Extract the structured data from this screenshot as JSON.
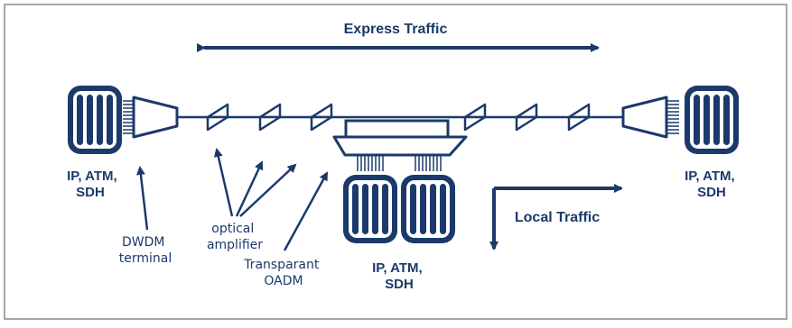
{
  "colors": {
    "primary": "#1b3a6b",
    "border": "#8a8a8a",
    "background": "#ffffff"
  },
  "labels": {
    "express_traffic": "Express Traffic",
    "local_traffic": "Local Traffic",
    "client_left": [
      "IP, ATM,",
      "SDH"
    ],
    "client_right": [
      "IP, ATM,",
      "SDH"
    ],
    "client_center": [
      "IP, ATM,",
      "SDH"
    ],
    "dwdm_terminal": [
      "DWDM",
      "terminal"
    ],
    "optical_amplifier": [
      "optical",
      "amplifier"
    ],
    "transparent_oadm": [
      "Transparant",
      "OADM"
    ]
  }
}
